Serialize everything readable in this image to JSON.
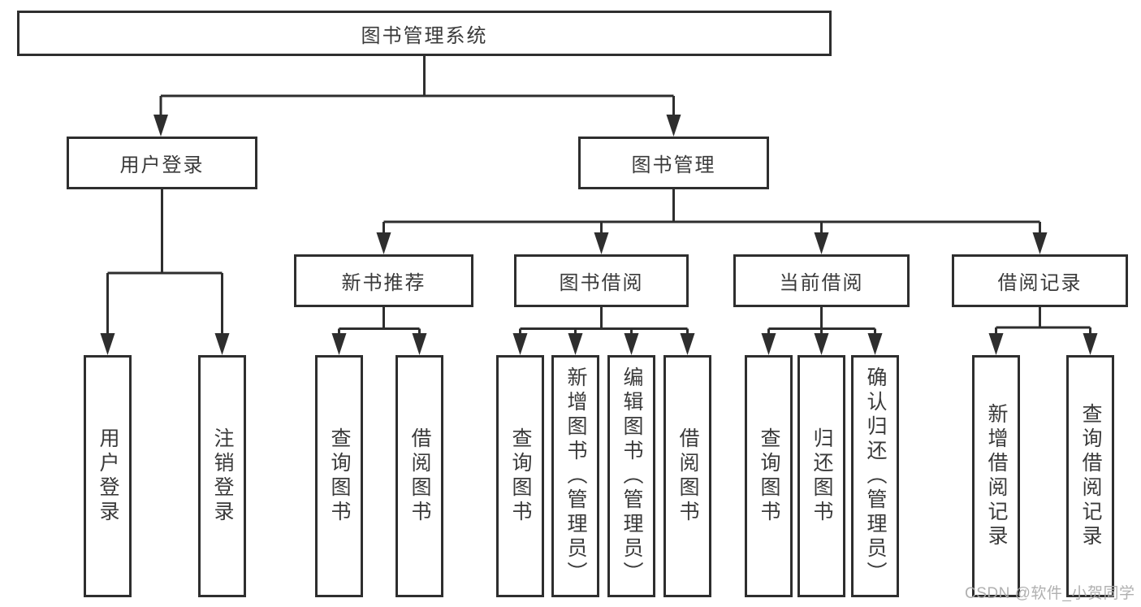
{
  "diagram": {
    "title": "图书管理系统",
    "branches": [
      {
        "label": "用户登录",
        "children": [
          "用户登录",
          "注销登录"
        ]
      },
      {
        "label": "图书管理",
        "children": [
          {
            "label": "新书推荐",
            "children": [
              "查询图书",
              "借阅图书"
            ]
          },
          {
            "label": "图书借阅",
            "children": [
              "查询图书",
              "新增图书（管理员）",
              "编辑图书（管理员）",
              "借阅图书"
            ]
          },
          {
            "label": "当前借阅",
            "children": [
              "查询图书",
              "归还图书",
              "确认归还（管理员）"
            ]
          },
          {
            "label": "借阅记录",
            "children": [
              "新增借阅记录",
              "查询借阅记录"
            ]
          }
        ]
      }
    ]
  },
  "watermark": {
    "text": "CSDN @软件_小贺同学"
  },
  "colors": {
    "line": "#2e2e2e",
    "node_border": "#2e2e2e",
    "node_text": "#3a3a3a",
    "background": "#ffffff",
    "watermark_text": "#acacac"
  }
}
